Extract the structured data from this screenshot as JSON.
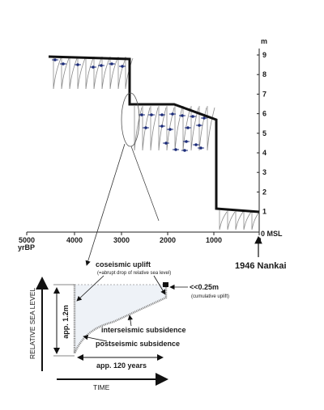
{
  "top_chart": {
    "axis_unit": "m",
    "y_ticks": [
      "9",
      "8",
      "7",
      "6",
      "5",
      "4",
      "3",
      "2",
      "1"
    ],
    "y_zero_label": "0 MSL",
    "x_ticks": [
      "5000",
      "4000",
      "3000",
      "2000",
      "1000",
      "0"
    ],
    "x_unit": "yrBP",
    "event_label": "1946 Nankai"
  },
  "inset": {
    "coseismic_label": "coseismic uplift",
    "coseismic_note": "(=abrupt drop of relative sea level)",
    "interseismic_label": "interseismic subsidence",
    "postseismic_label": "postseismic subsidence",
    "amplitude_label": "app. 1.2m",
    "duration_label": "app. 120 years",
    "cumulative_label": "<<0.25m",
    "cumulative_note": "(cumulative uplift)",
    "y_axis_label": "RELATIVE SEA LEVEL",
    "x_axis_label": "TIME"
  }
}
